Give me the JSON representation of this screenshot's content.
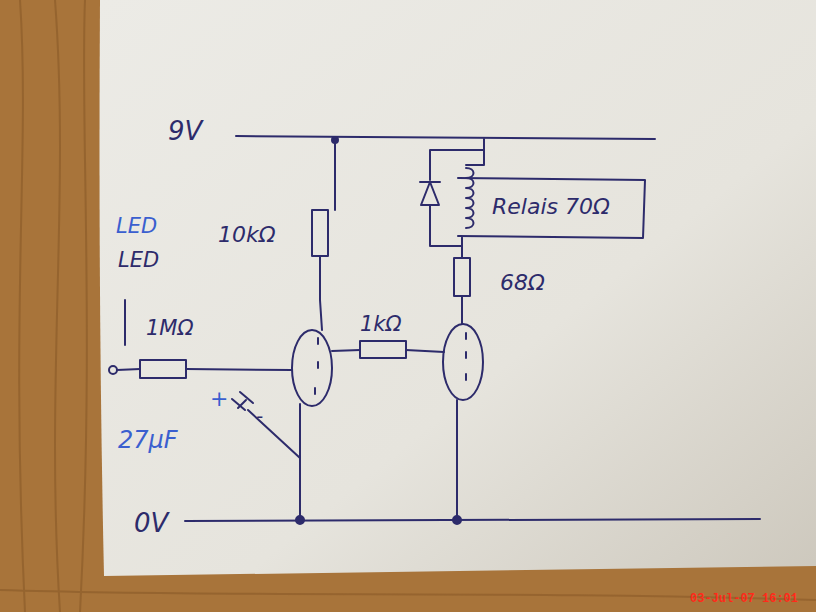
{
  "diagram": {
    "labels": [
      "9V",
      "0V",
      "LED",
      "LED",
      "10kΩ",
      "Relais 70Ω",
      "68Ω",
      "1MΩ",
      "1kΩ",
      "+",
      "-",
      "27µF",
      "03-Jul-07 16:01"
    ]
  }
}
